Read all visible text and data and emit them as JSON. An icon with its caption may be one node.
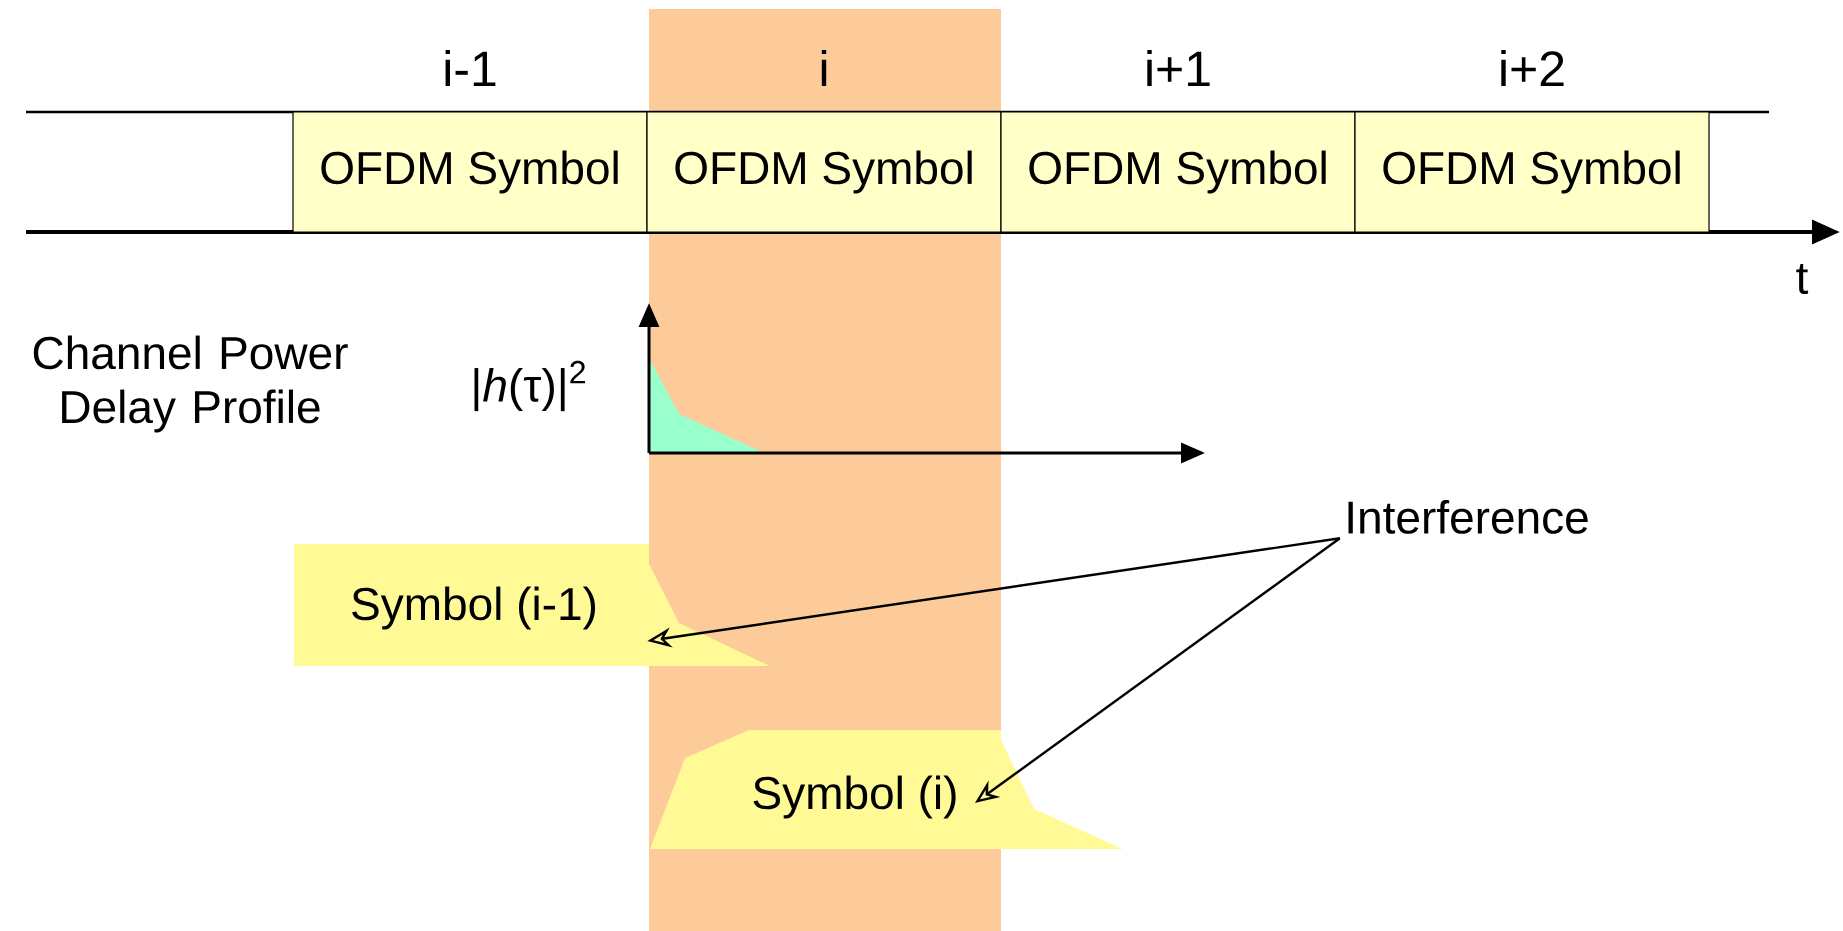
{
  "diagram": {
    "nodes": [
      {
        "text": [
          "OFDM Symbol"
        ],
        "beside": [
          "i-1"
        ]
      },
      {
        "text": [
          "OFDM Symbol"
        ],
        "beside": [
          "i"
        ]
      },
      {
        "text": [
          "OFDM Symbol"
        ],
        "beside": [
          "i+1"
        ]
      },
      {
        "text": [
          "OFDM Symbol"
        ],
        "beside": [
          "i+2"
        ]
      },
      {
        "text": [
          "Interference"
        ]
      },
      {
        "text": [
          "Symbol (i-1)"
        ]
      },
      {
        "text": [
          "Symbol (i)"
        ]
      }
    ],
    "edges": [
      {
        "from": 4,
        "to": 5,
        "arrow": "to"
      },
      {
        "from": 4,
        "to": 6,
        "arrow": "to"
      }
    ],
    "labels": [
      "t",
      "Channel Power Delay Profile",
      "|*h*(τ)|$^{2}$"
    ]
  }
}
